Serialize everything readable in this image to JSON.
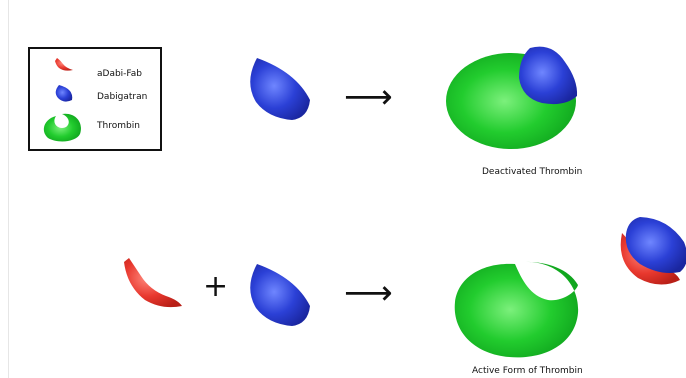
{
  "legend": {
    "items": [
      {
        "label": "aDabi-Fab",
        "icon": "antibody-fragment-icon",
        "color": "#e8382e"
      },
      {
        "label": "Dabigatran",
        "icon": "dabigatran-icon",
        "color": "#2b40d6"
      },
      {
        "label": "Thrombin",
        "icon": "thrombin-icon",
        "color": "#22cc2e"
      }
    ]
  },
  "captions": {
    "deactivated": "Deactivated Thrombin",
    "active": "Active Form of Thrombin"
  },
  "operators": {
    "plus": "+",
    "arrow": "⟶"
  },
  "colors": {
    "antibody": "#e8382e",
    "dabigatran": "#2b40d6",
    "thrombin": "#22cc2e",
    "border": "#111111"
  }
}
